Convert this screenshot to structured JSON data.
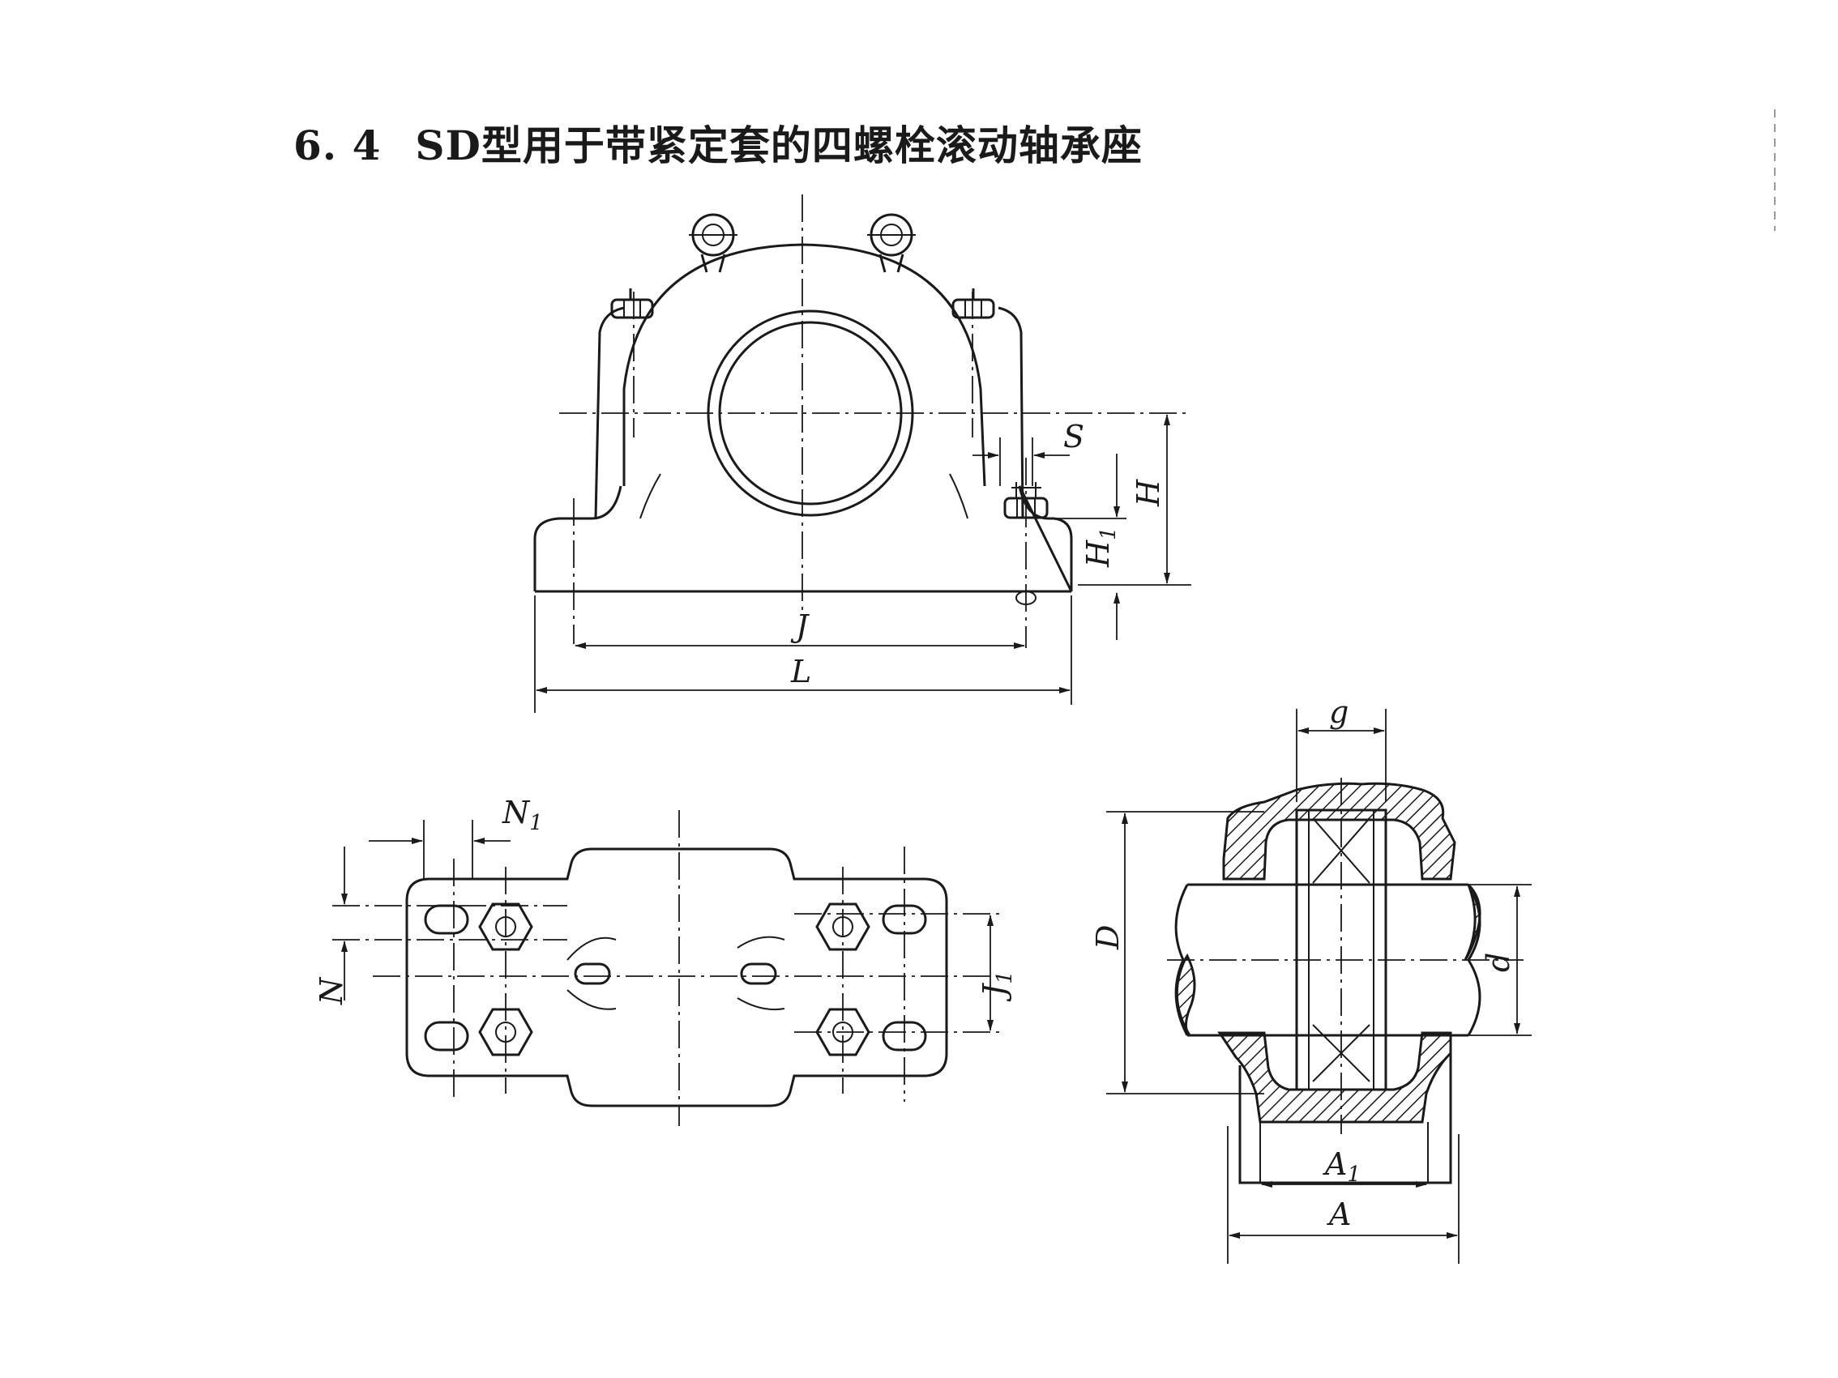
{
  "title": {
    "number": "6. 4",
    "text": "SD型用于带紧定套的四螺栓滚动轴承座"
  },
  "labels": {
    "S": "S",
    "H": "H",
    "H1": "H",
    "H1_sub": "1",
    "J": "J",
    "L": "L",
    "N": "N",
    "N1": "N",
    "N1_sub": "1",
    "J1": "J",
    "J1_sub": "1",
    "g": "g",
    "D": "D",
    "d": "d",
    "A1": "A",
    "A1_sub": "1",
    "A": "A"
  }
}
